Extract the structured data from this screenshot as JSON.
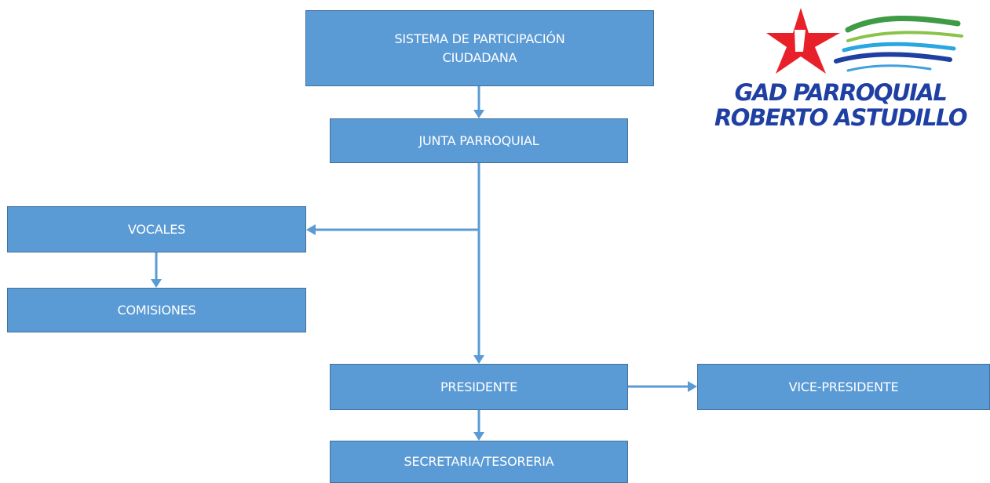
{
  "diagram": {
    "nodes": {
      "sistema": "SISTEMA DE PARTICIPACIÓN\nCIUDADANA",
      "junta": "JUNTA PARROQUIAL",
      "vocales": "VOCALES",
      "comisiones": "COMISIONES",
      "presidente": "PRESIDENTE",
      "vicepresidente": "VICE-PRESIDENTE",
      "secretaria": "SECRETARIA/TESORERIA"
    },
    "edges": [
      [
        "sistema",
        "junta"
      ],
      [
        "junta",
        "vocales"
      ],
      [
        "junta",
        "presidente"
      ],
      [
        "vocales",
        "comisiones"
      ],
      [
        "presidente",
        "vicepresidente"
      ],
      [
        "presidente",
        "secretaria"
      ]
    ]
  },
  "logo": {
    "line1": "GAD PARROQUIAL",
    "line2": "ROBERTO ASTUDILLO"
  },
  "colors": {
    "box_fill": "#5b9bd5",
    "box_border": "#41719c",
    "connector": "#5b9bd5",
    "logo_text": "#1f3fa3",
    "star": "#e8202a"
  }
}
